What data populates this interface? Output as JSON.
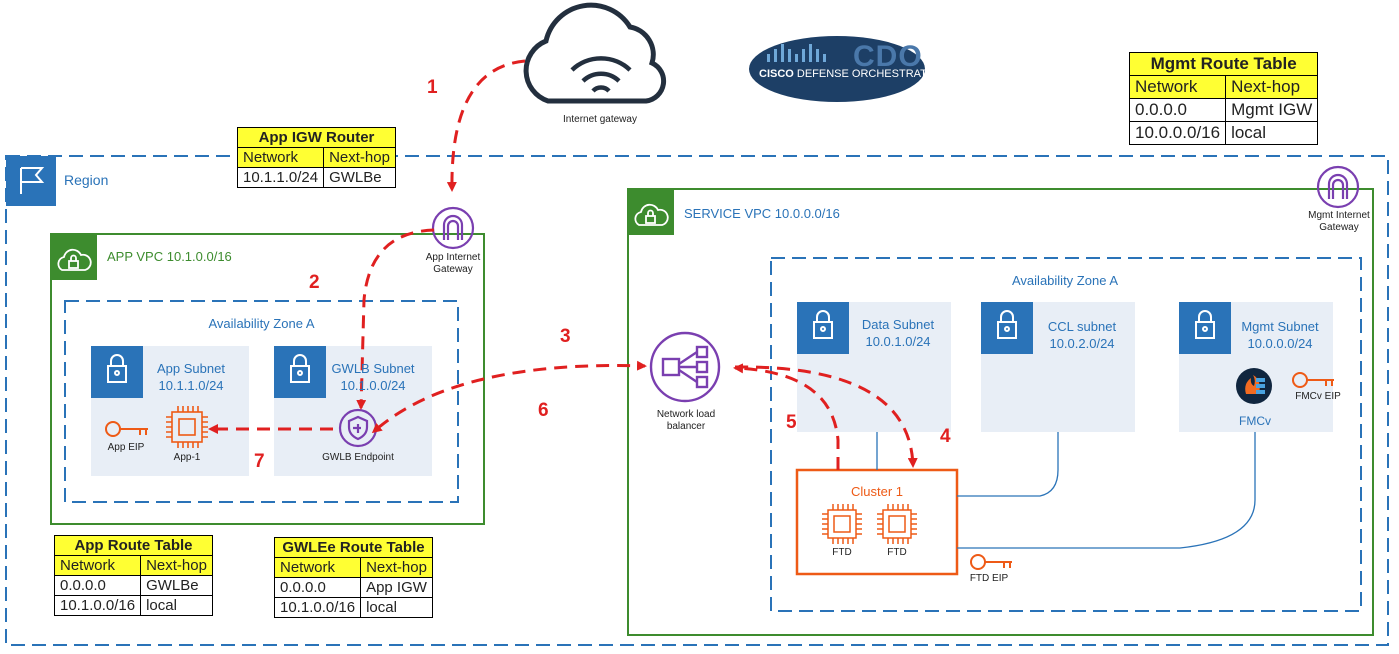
{
  "steps": [
    "1",
    "2",
    "3",
    "4",
    "5",
    "6",
    "7"
  ],
  "internet_gateway": {
    "label": "Internet gateway"
  },
  "logo": {
    "brand": "CISCO",
    "product": "DEFENSE ORCHESTRATOR",
    "mark": "CDO"
  },
  "region": {
    "label": "Region"
  },
  "app_vpc": {
    "label": "APP VPC 10.1.0.0/16",
    "az_label": "Availability Zone A",
    "app_subnet": {
      "name": "App Subnet",
      "cidr": "10.1.1.0/24",
      "eip": "App EIP",
      "instance": "App-1"
    },
    "gwlb_subnet": {
      "name": "GWLB Subnet",
      "cidr": "10.1.0.0/24",
      "endpoint": "GWLB Endpoint"
    },
    "igw": "App Internet Gateway"
  },
  "service_vpc": {
    "label": "SERVICE VPC 10.0.0.0/16",
    "az_label": "Availability Zone A",
    "nlb": "Network load balancer",
    "data_subnet": {
      "name": "Data Subnet",
      "cidr": "10.0.1.0/24"
    },
    "ccl_subnet": {
      "name": "CCL subnet",
      "cidr": "10.0.2.0/24"
    },
    "mgmt_subnet": {
      "name": "Mgmt Subnet",
      "cidr": "10.0.0.0/24",
      "fmc": "FMCv",
      "fmc_eip": "FMCv EIP"
    },
    "cluster": {
      "name": "Cluster 1",
      "node1": "FTD",
      "node2": "FTD",
      "eip": "FTD EIP"
    },
    "mgmt_igw": "Mgmt Internet Gateway"
  },
  "tables": {
    "app_igw": {
      "title": "App IGW Router",
      "headers": [
        "Network",
        "Next-hop"
      ],
      "rows": [
        [
          "10.1.1.0/24",
          "GWLBe"
        ]
      ]
    },
    "mgmt": {
      "title": "Mgmt Route Table",
      "headers": [
        "Network",
        "Next-hop"
      ],
      "rows": [
        [
          "0.0.0.0",
          "Mgmt IGW"
        ],
        [
          "10.0.0.0/16",
          "local"
        ]
      ]
    },
    "app": {
      "title": "App Route Table",
      "headers": [
        "Network",
        "Next-hop"
      ],
      "rows": [
        [
          "0.0.0.0",
          "GWLBe"
        ],
        [
          "10.1.0.0/16",
          "local"
        ]
      ]
    },
    "gwlbe": {
      "title": "GWLEe Route Table",
      "headers": [
        "Network",
        "Next-hop"
      ],
      "rows": [
        [
          "0.0.0.0",
          "App IGW"
        ],
        [
          "10.1.0.0/16",
          "local"
        ]
      ]
    }
  },
  "colors": {
    "region": "#2a73b8",
    "vpc": "#3d8c2e",
    "subnet_fill": "#e8eef6",
    "flow": "#e02020",
    "cluster": "#ee5a16",
    "purple": "#7a3fb0",
    "yellow": "#ffff33"
  }
}
